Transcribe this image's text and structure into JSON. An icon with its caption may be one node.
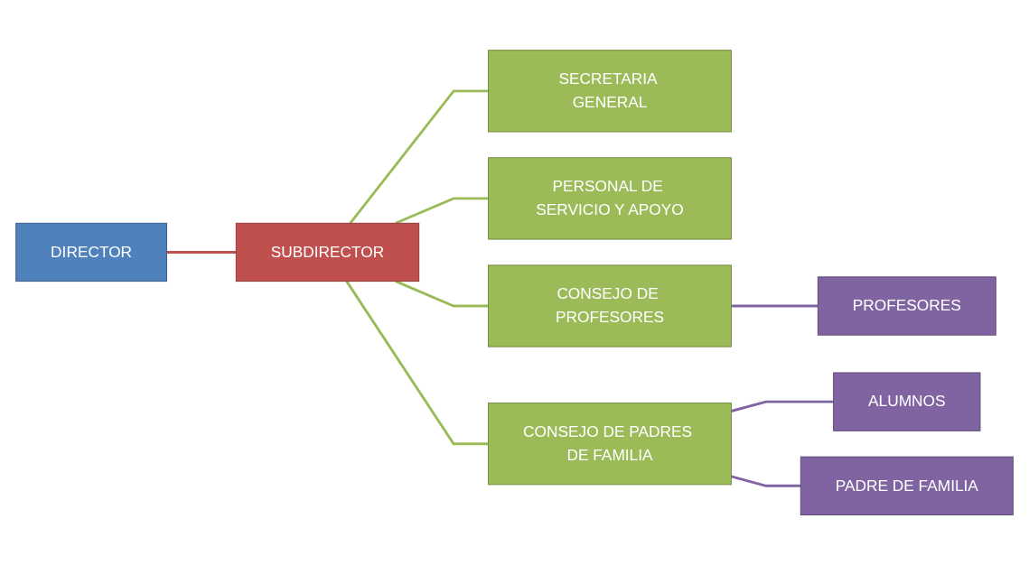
{
  "diagram": {
    "nodes": [
      {
        "text": [
          "DIRECTOR"
        ]
      },
      {
        "text": [
          "SUBDIRECTOR"
        ]
      },
      {
        "text": [
          "SECRETARIA GENERAL"
        ]
      },
      {
        "text": [
          "PERSONAL DE SERVICIO Y APOYO"
        ]
      },
      {
        "text": [
          "CONSEJO DE PROFESORES"
        ]
      },
      {
        "text": [
          "PROFESORES"
        ]
      },
      {
        "text": [
          "CONSEJO DE PADRES DE FAMILIA"
        ]
      },
      {
        "text": [
          "ALUMNOS"
        ]
      },
      {
        "text": [
          "PADRE DE FAMILIA"
        ]
      }
    ],
    "edges": [
      {
        "from": 0,
        "to": 1,
        "arrow": "none",
        "color": "#c0504d"
      },
      {
        "from": 1,
        "to": 2,
        "arrow": "none"
      },
      {
        "from": 1,
        "to": 3,
        "arrow": "none"
      },
      {
        "from": 1,
        "to": 4,
        "arrow": "none"
      },
      {
        "from": 4,
        "to": 5,
        "arrow": "none",
        "color": "#8064a2"
      },
      {
        "from": 1,
        "to": 6,
        "arrow": "none"
      },
      {
        "from": 6,
        "to": 7,
        "arrow": "none",
        "color": "#8064a2"
      },
      {
        "from": 6,
        "to": 8,
        "arrow": "none",
        "color": "#8064a2"
      }
    ]
  }
}
